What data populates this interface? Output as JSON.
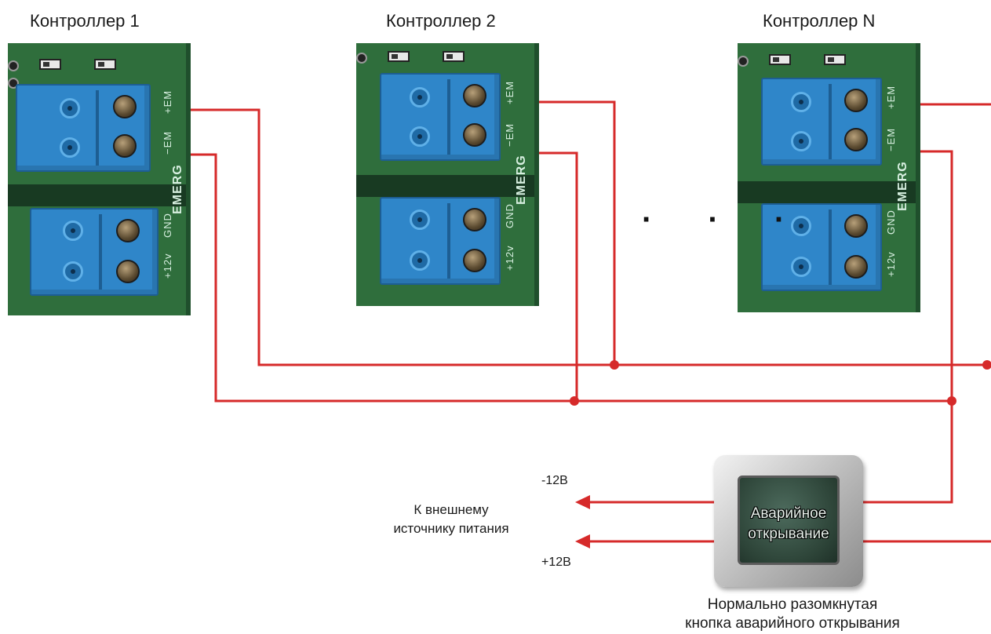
{
  "controllers": [
    {
      "title": "Контроллер 1"
    },
    {
      "title": "Контроллер 2"
    },
    {
      "title": "Контроллер N"
    }
  ],
  "board_labels": {
    "em_plus": "+EM",
    "em_minus": "−EM",
    "emerg": "EMERG",
    "v12": "+12v",
    "gnd": "GND"
  },
  "ellipsis": "· · ·",
  "wire_color": "#d62a2a",
  "button": {
    "line1": "Аварийное",
    "line2": "открывание"
  },
  "power": {
    "minus": "-12В",
    "plus": "+12В",
    "line1": "К внешнему",
    "line2": "источнику питания"
  },
  "caption": {
    "line1": "Нормально разомкнутая",
    "line2": "кнопка аварийного открывания"
  }
}
